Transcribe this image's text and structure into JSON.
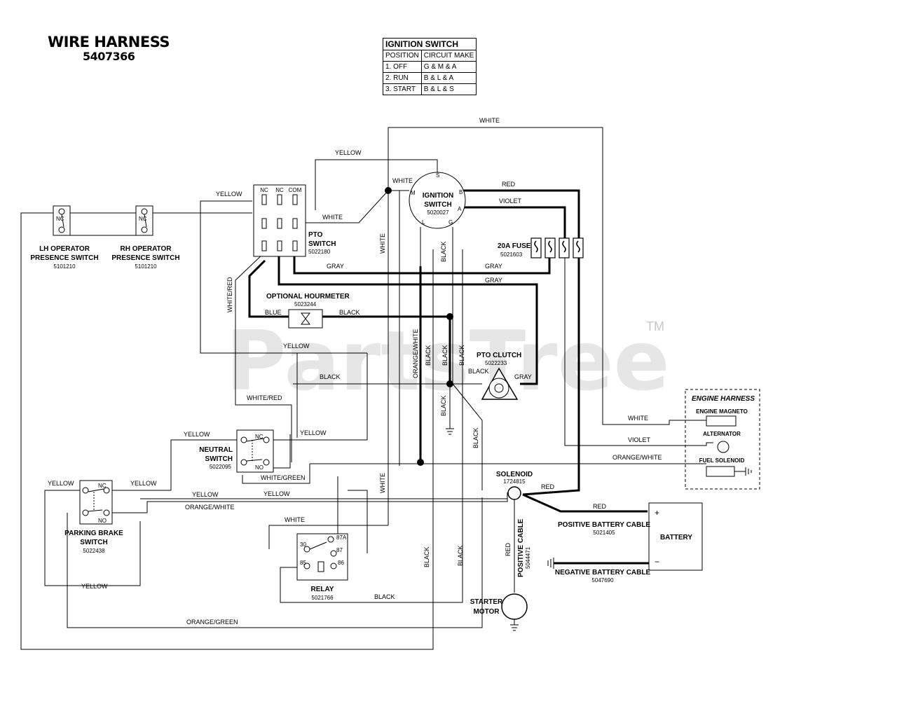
{
  "title": "WIRE HARNESS",
  "part_number": "5407366",
  "ignition_table": {
    "title": "IGNITION SWITCH",
    "headers": [
      "POSITION",
      "CIRCUIT MAKE"
    ],
    "rows": [
      {
        "position": "1. OFF",
        "circuit": "G & M & A"
      },
      {
        "position": "2. RUN",
        "circuit": "B & L & A"
      },
      {
        "position": "3. START",
        "circuit": "B & L & S"
      }
    ]
  },
  "watermark": {
    "text": "PartsTree",
    "tm": "TM"
  },
  "components": {
    "lh_switch": {
      "name1": "LH OPERATOR",
      "name2": "PRESENCE SWITCH",
      "pn": "5101210",
      "contact": "NC"
    },
    "rh_switch": {
      "name1": "RH OPERATOR",
      "name2": "PRESENCE SWITCH",
      "pn": "5101210",
      "contact": "NC"
    },
    "pto_switch": {
      "name1": "PTO",
      "name2": "SWITCH",
      "pn": "5022180",
      "t1": "NC",
      "t2": "NC",
      "t3": "COM"
    },
    "ignition": {
      "name1": "IGNITION",
      "name2": "SWITCH",
      "pn": "5020027",
      "s": "S",
      "m": "M",
      "b": "B",
      "a": "A",
      "l": "L",
      "g": "G"
    },
    "fuse": {
      "name": "20A FUSE",
      "pn": "5021603"
    },
    "hourmeter": {
      "name": "OPTIONAL HOURMETER",
      "pn": "5023244"
    },
    "pto_clutch": {
      "name": "PTO CLUTCH",
      "pn": "5022233"
    },
    "neutral": {
      "name1": "NEUTRAL",
      "name2": "SWITCH",
      "pn": "5022095",
      "nc": "NC",
      "no": "NO"
    },
    "parking": {
      "name1": "PARKING BRAKE",
      "name2": "SWITCH",
      "pn": "5022438",
      "nc": "NC",
      "no": "NO"
    },
    "relay": {
      "name": "RELAY",
      "pn": "5021766",
      "p30": "30",
      "p87a": "87A",
      "p87": "87",
      "p85": "85",
      "p86": "86"
    },
    "solenoid": {
      "name": "SOLENOID",
      "pn": "1724815"
    },
    "battery": {
      "name": "BATTERY",
      "plus": "+",
      "minus": "−"
    },
    "pos_cable": {
      "name": "POSITIVE BATTERY CABLE",
      "pn": "5021405"
    },
    "neg_cable": {
      "name": "NEGATIVE BATTERY CABLE",
      "pn": "5047690"
    },
    "pos_cable_v": {
      "name": "POSITIVE CABLE",
      "pn": "5044471"
    },
    "starter": {
      "name1": "STARTER",
      "name2": "MOTOR"
    },
    "engine_harness": {
      "title": "ENGINE HARNESS",
      "magneto": "ENGINE MAGNETO",
      "alternator": "ALTERNATOR",
      "fuel": "FUEL SOLENOID"
    }
  },
  "wire_labels": {
    "white_top": "WHITE",
    "yellow_top": "YELLOW",
    "yellow_pto": "YELLOW",
    "white_ign_m": "WHITE",
    "white_pto": "WHITE",
    "red_b": "RED",
    "violet_a": "VIOLET",
    "white_vert": "WHITE",
    "black_vert": "BLACK",
    "gray1_left": "GRAY",
    "gray1_right": "GRAY",
    "gray2": "GRAY",
    "white_red_vert": "WHITE/RED",
    "blue": "BLUE",
    "black_hm": "BLACK",
    "orange_white_vert": "ORANGE/WHITE",
    "black_v1": "BLACK",
    "black_v2": "BLACK",
    "yellow_mid": "YELLOW",
    "black_mid": "BLACK",
    "black_clutch": "BLACK",
    "gray_clutch": "GRAY",
    "white_red_h": "WHITE/RED",
    "black_gnd": "BLACK",
    "black_sol": "BLACK",
    "white_eng": "WHITE",
    "violet_eng": "VIOLET",
    "orange_white_eng": "ORANGE/WHITE",
    "yellow_ns1": "YELLOW",
    "yellow_ns2": "YELLOW",
    "white_green": "WHITE/GREEN",
    "yellow_pb_l": "YELLOW",
    "yellow_pb_r": "YELLOW",
    "yellow_h1": "YELLOW",
    "yellow_h2": "YELLOW",
    "orange_white_h": "ORANGE/WHITE",
    "white_relay": "WHITE",
    "white_v2": "WHITE",
    "red_sol": "RED",
    "red_batt": "RED",
    "red_cable": "RED",
    "yellow_bot": "YELLOW",
    "black_relay": "BLACK",
    "black_low1": "BLACK",
    "black_low2": "BLACK",
    "orange_green": "ORANGE/GREEN"
  }
}
